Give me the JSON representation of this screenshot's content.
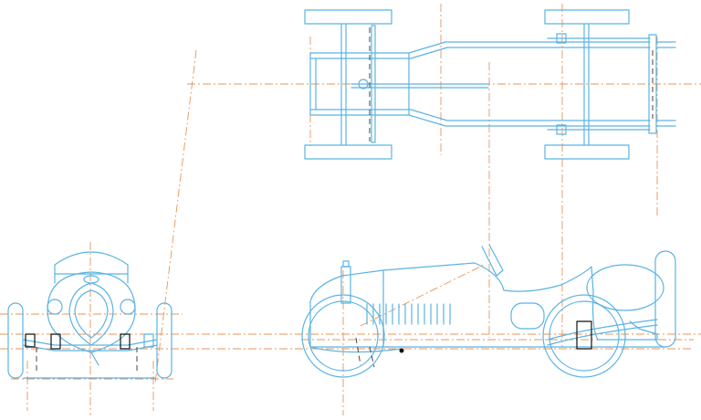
{
  "drawing": {
    "views": [
      "top-view",
      "side-view",
      "front-view"
    ],
    "colors": {
      "outline": "#5bb3e3",
      "centerline": "#e8955a",
      "hidden_line": "#333333",
      "accent_dark": "#111111",
      "background": "#ffffff"
    }
  }
}
